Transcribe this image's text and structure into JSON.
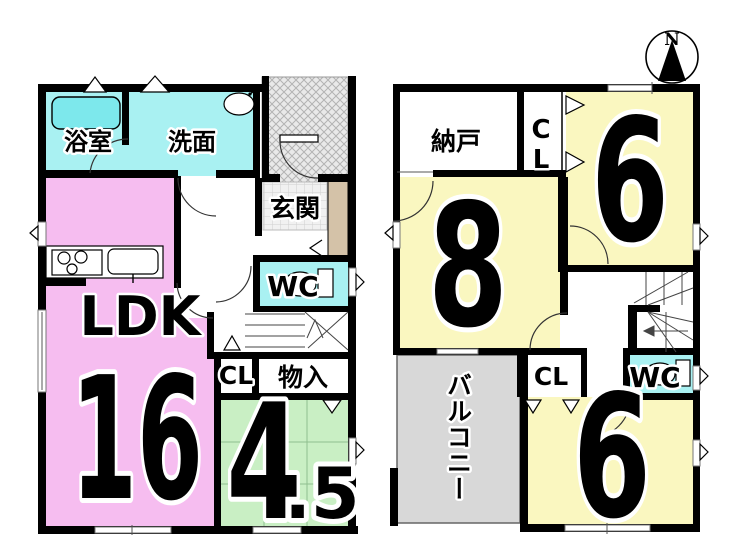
{
  "compass": {
    "north_label": "N"
  },
  "colors": {
    "ldk_pink": "#f6bdf0",
    "wet_cyan": "#a9f1f2",
    "tub_cyan": "#7de8ec",
    "room_yellow": "#faf7c0",
    "tatami_green": "#c9efc4",
    "balcony_gray": "#d8d8d8",
    "cabinet_tan": "#d4c2a8"
  },
  "floor1": {
    "bath": {
      "label": "浴室"
    },
    "washroom": {
      "label": "洗面"
    },
    "entrance": {
      "label": "玄関"
    },
    "wc": {
      "label": "WC"
    },
    "closet": {
      "label": "CL"
    },
    "storage": {
      "label": "物入"
    },
    "ldk": {
      "label": "LDK",
      "size": "16"
    },
    "tatami": {
      "size": "4",
      "size_fraction": ".5"
    }
  },
  "floor2": {
    "storage_room": {
      "label": "納戸"
    },
    "closet_top": {
      "label": "CL"
    },
    "bedroom_top_right": {
      "size": "6"
    },
    "bedroom_left": {
      "size": "8"
    },
    "balcony": {
      "label": "バルコニー"
    },
    "closet_bottom": {
      "label": "CL"
    },
    "wc": {
      "label": "WC"
    },
    "bedroom_bottom_right": {
      "size": "6"
    }
  }
}
